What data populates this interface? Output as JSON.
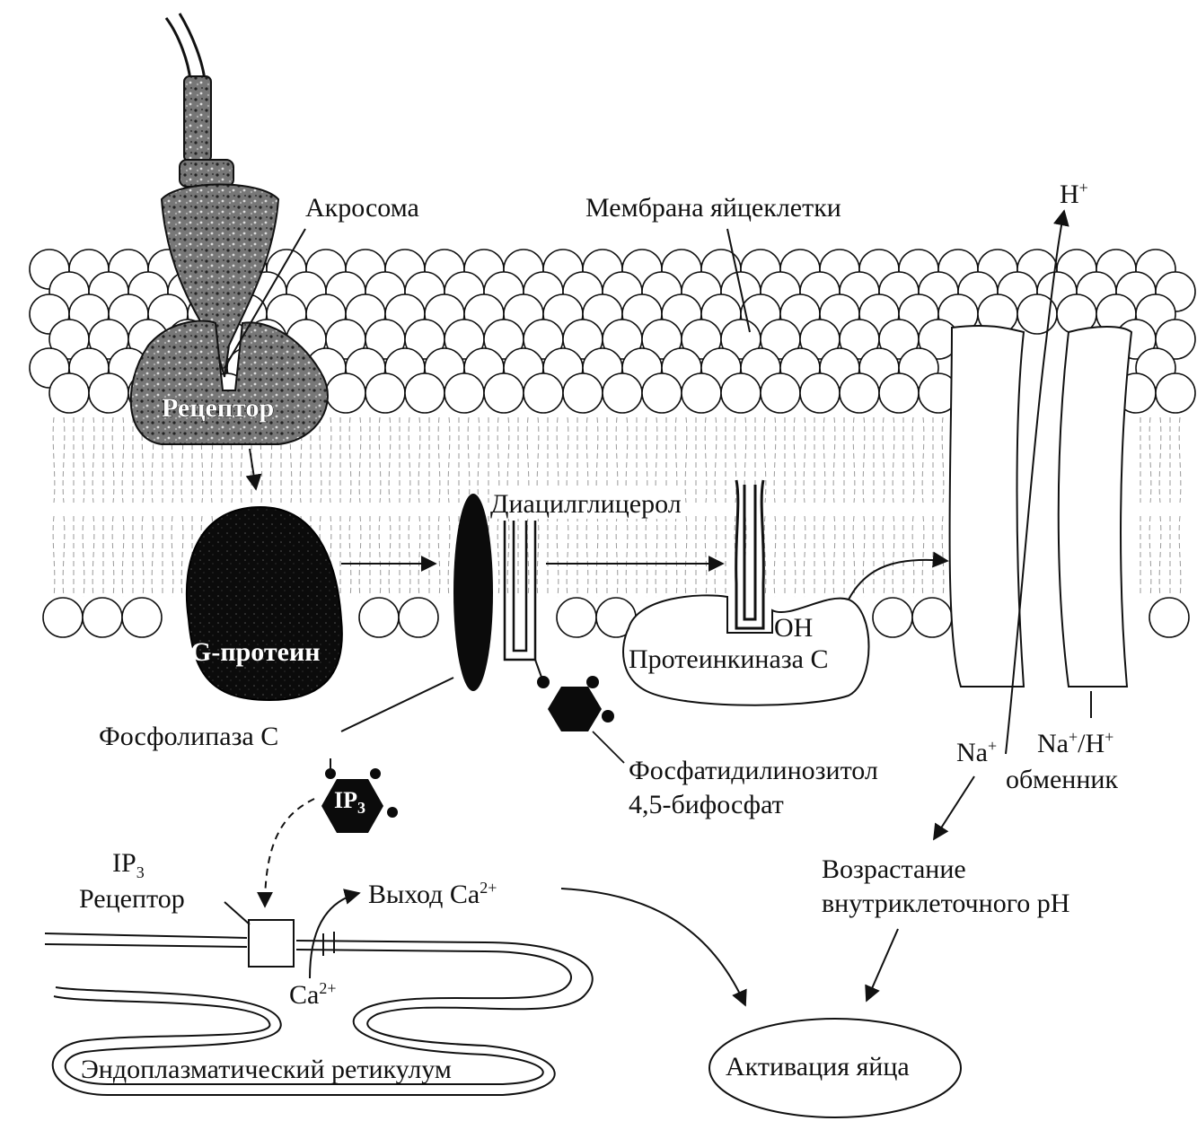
{
  "labels": {
    "acrosome": "Акросома",
    "egg_membrane": "Мембрана яйцеклетки",
    "h_plus": "H",
    "h_plus_sup": "+",
    "receptor": "Рецептор",
    "diacylglycerol": "Диацилглицерол",
    "g_protein": "G-протеин",
    "oh": "OH",
    "protein_kinase_c": "Протеинкиназа С",
    "phospholipase_c": "Фосфолипаза С",
    "na_plus": "Na",
    "na_plus_sup": "+",
    "exchanger_line1_a": "Na",
    "exchanger_line1_sup1": "+",
    "exchanger_line1_b": "/H",
    "exchanger_line1_sup2": "+",
    "exchanger_line2": "обменник",
    "pip2_line1": "Фосфатидилинозитол",
    "pip2_line2": "4,5-бифосфат",
    "ip3_badge": "IP",
    "ip3_badge_sub": "3",
    "ip3_receptor_line1": "IP",
    "ip3_receptor_line1_sub": "3",
    "ip3_receptor_line2": "Рецептор",
    "ca_release": "Выход Ca",
    "ca_release_sup": "2+",
    "ca_er": "Ca",
    "ca_er_sup": "2+",
    "ph_increase_line1": "Возрастание",
    "ph_increase_line2": "внутриклеточного pH",
    "er": "Эндоплазматический ретикулум",
    "egg_activation": "Активация яйца"
  }
}
